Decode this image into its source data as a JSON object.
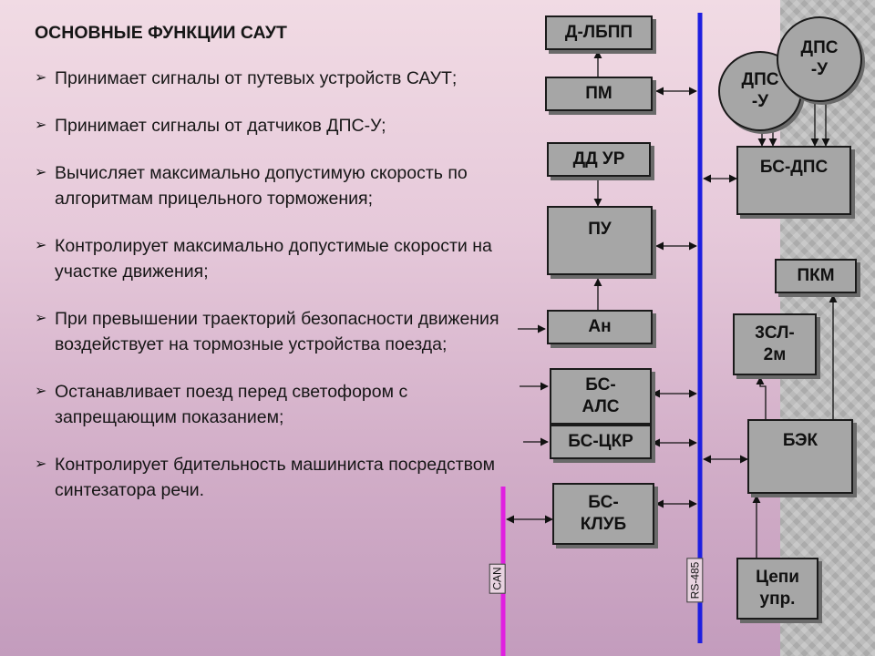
{
  "title": "ОСНОВНЫЕ ФУНКЦИИ САУТ",
  "bullet_marker": "➢",
  "bullets": [
    "Принимает сигналы от путевых устройств САУТ;",
    "Принимает сигналы от датчиков ДПС-У;",
    "Вычисляет максимально допустимую скорость по алгоритмам прицельного торможения;",
    "Контролирует максимально допустимые скорости на участке  движения;",
    "При превышении траекторий безопасности движения воздействует на тормозные устройства поезда;",
    "Останавливает поезд перед светофором с запрещающим показанием;",
    "Контролирует бдительность машиниста посредством синтезатора речи."
  ],
  "diagram": {
    "blocks": {
      "dlbpp": "Д-ЛБПП",
      "pm": "ПМ",
      "dd_ur": "ДД УР",
      "pu": "ПУ",
      "an": "Ан",
      "bs_als": "БС-\nАЛС",
      "bs_tskr": "БС-ЦКР",
      "bs_klub": "БС-\nКЛУБ",
      "bs_dps": "БС-ДПС",
      "pkm": "ПКМ",
      "zsl_2m": "3СЛ-\n2м",
      "bek": "БЭК",
      "tsepi_upr": "Цепи\nупр."
    },
    "sensors": {
      "dps_u_left": "ДПС\n-У",
      "dps_u_right": "ДПС\n-У"
    },
    "buses": {
      "rs485": "RS-485",
      "can": "CAN"
    },
    "colors": {
      "rs485": "#1f1fe0",
      "can": "#e020e0",
      "block_fill": "#a6a6a6"
    }
  }
}
